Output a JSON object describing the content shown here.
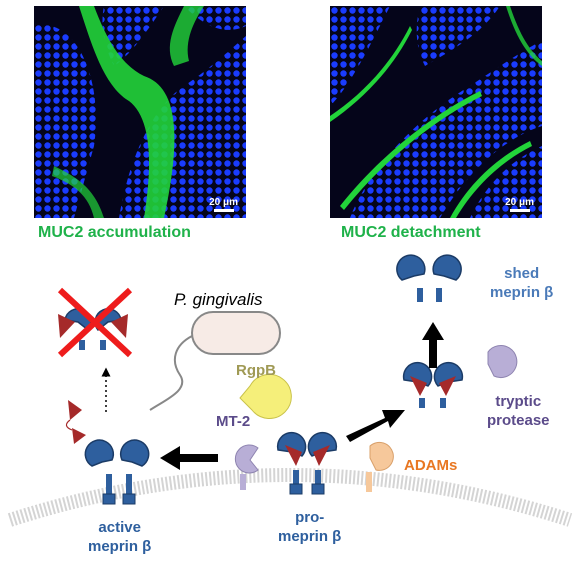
{
  "panels": [
    {
      "caption": "MUC2 accumulation",
      "scale": "20 μm"
    },
    {
      "caption": "MUC2 detachment",
      "scale": "20 μm"
    }
  ],
  "labels": {
    "bacterium": "P. gingivalis",
    "rgpb": "RgpB",
    "mt2": "MT-2",
    "adams": "ADAMs",
    "tryptic_1": "tryptic",
    "tryptic_2": "protease",
    "shed_1": "shed",
    "shed_2": "meprin β",
    "active_1": "active",
    "active_2": "meprin β",
    "pro_1": "pro-",
    "pro_2": "meprin β"
  },
  "colors": {
    "mucin_green": "#1fb24a",
    "nuclei_blue": "#1a3cff",
    "meprin_blue": "#2e5f9e",
    "propeptide_red": "#a52a2a",
    "rgpb_yellow": "#f5ef7a",
    "mt2_purple": "#b8aed6",
    "adams_peach": "#f6c89b",
    "membrane_gray": "#cfcfcf",
    "inhibit_red": "#ee1c1c"
  }
}
